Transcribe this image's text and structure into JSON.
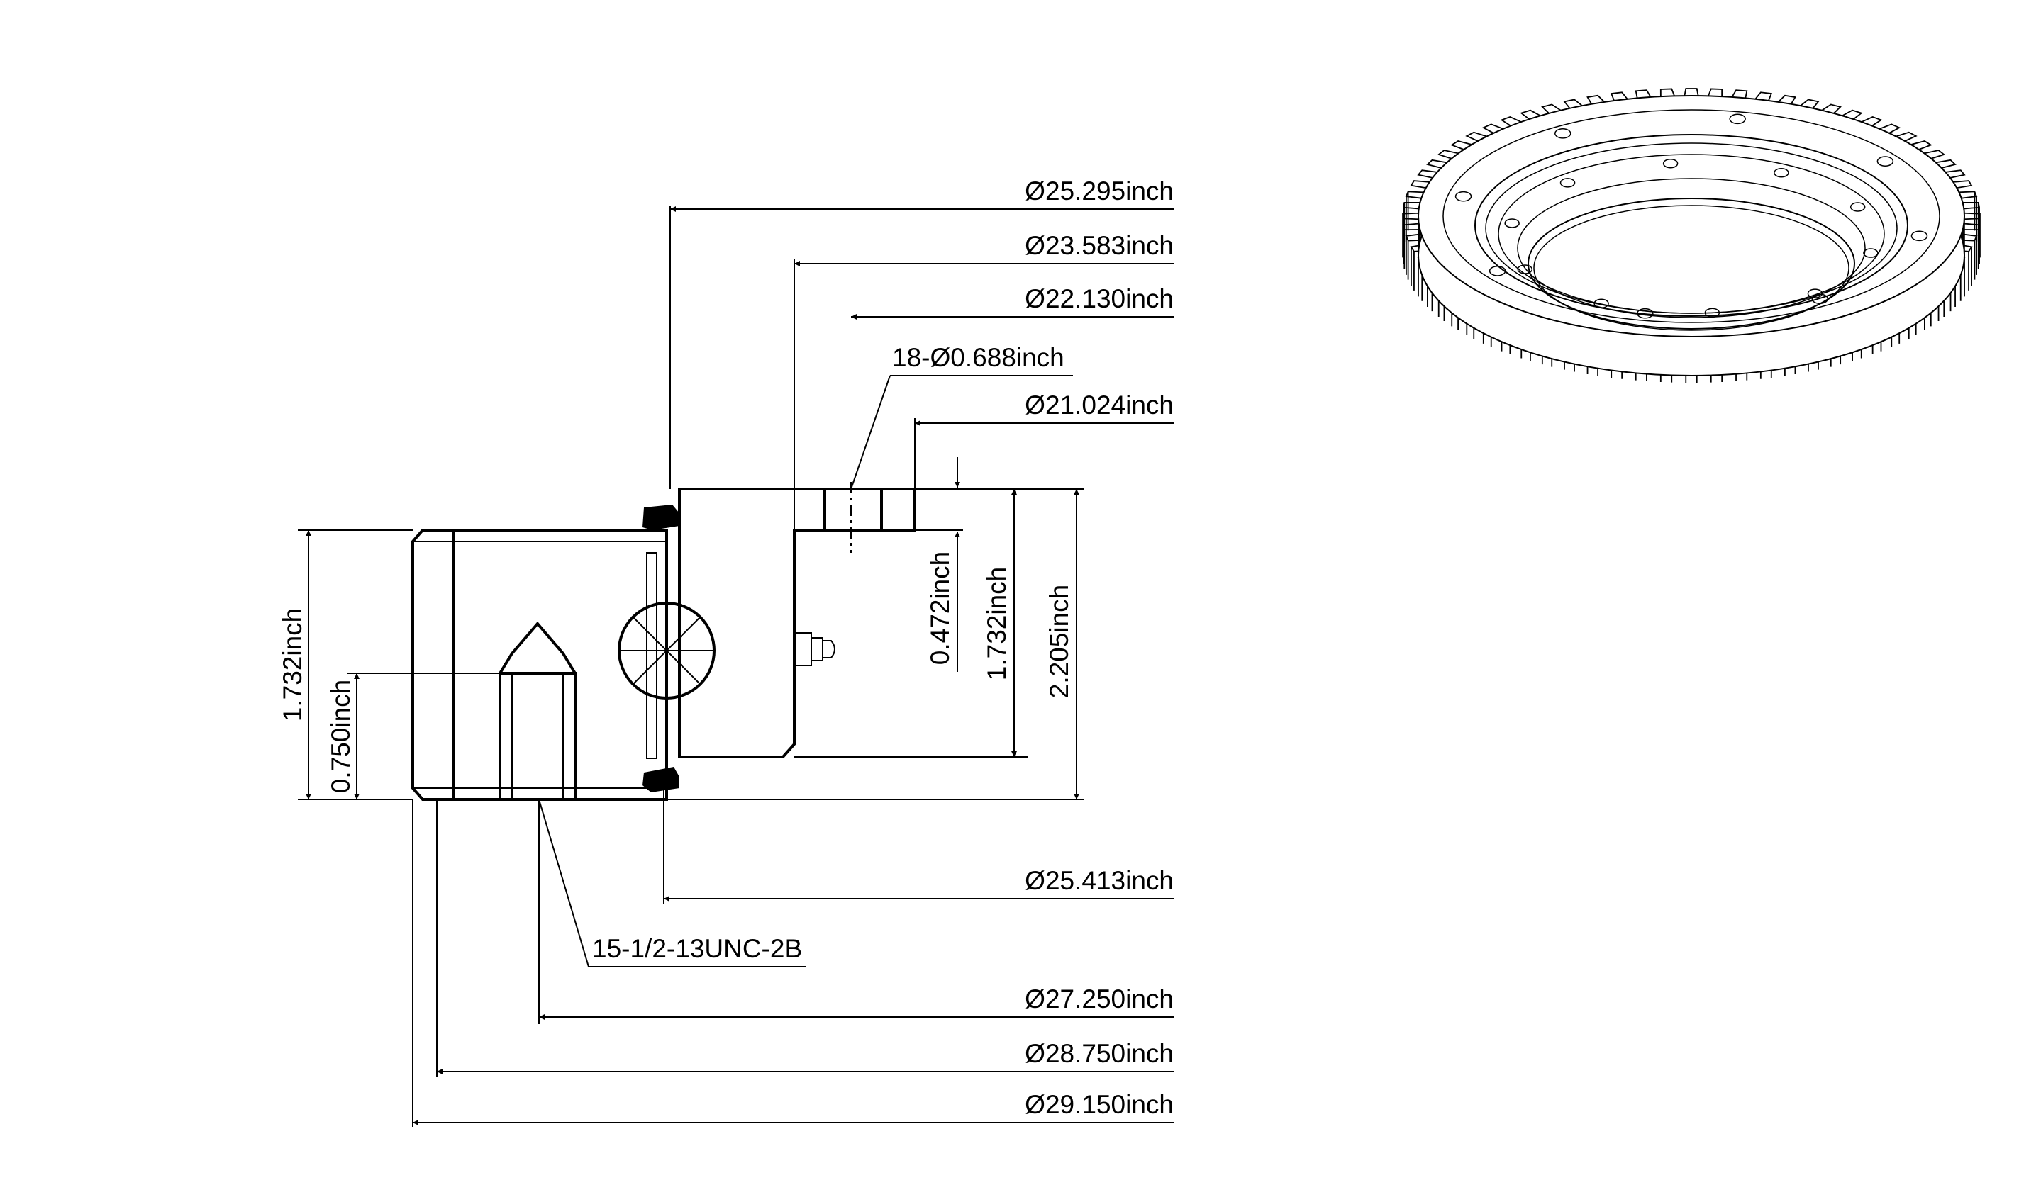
{
  "dimensions": {
    "d_25_295": "Ø25.295inch",
    "d_23_583": "Ø23.583inch",
    "d_22_130": "Ø22.130inch",
    "holes": "18-Ø0.688inch",
    "d_21_024": "Ø21.024inch",
    "d_25_413": "Ø25.413inch",
    "thread": "15-1/2-13UNC-2B",
    "d_27_250": "Ø27.250inch",
    "d_28_750": "Ø28.750inch",
    "d_29_150": "Ø29.150inch",
    "h_left_1_732": "1.732inch",
    "h_left_0_750": "0.750inch",
    "h_0_472": "0.472inch",
    "h_right_1_732": "1.732inch",
    "h_2_205": "2.205inch"
  },
  "colors": {
    "line": "#000000",
    "background": "#ffffff",
    "seal": "#000000"
  }
}
